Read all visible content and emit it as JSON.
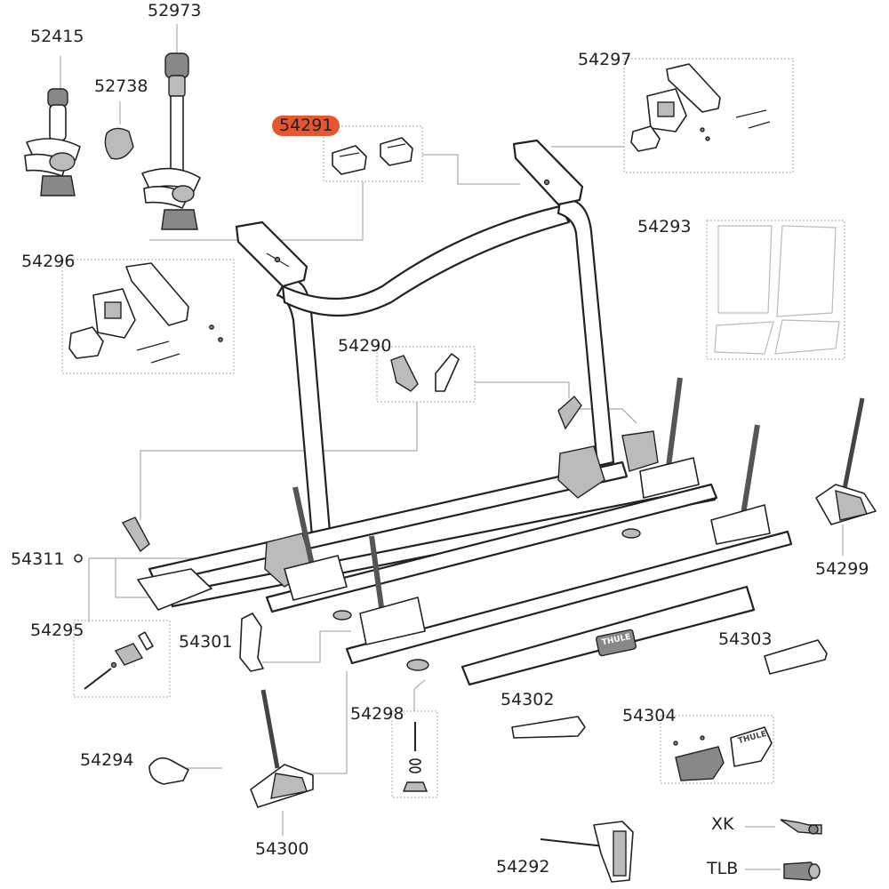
{
  "highlight_color": "#e8562f",
  "parts": {
    "p52415": "52415",
    "p52973": "52973",
    "p52738": "52738",
    "p54291": "54291",
    "p54297": "54297",
    "p54293": "54293",
    "p54296": "54296",
    "p54290": "54290",
    "p54299": "54299",
    "p54311": "54311",
    "p54295": "54295",
    "p54301": "54301",
    "p54303": "54303",
    "p54302": "54302",
    "p54304": "54304",
    "p54298": "54298",
    "p54294": "54294",
    "p54300": "54300",
    "p54292": "54292",
    "xk": "XK",
    "tlb": "TLB"
  },
  "brand_mark": "THULE",
  "highlighted_part": "54291"
}
